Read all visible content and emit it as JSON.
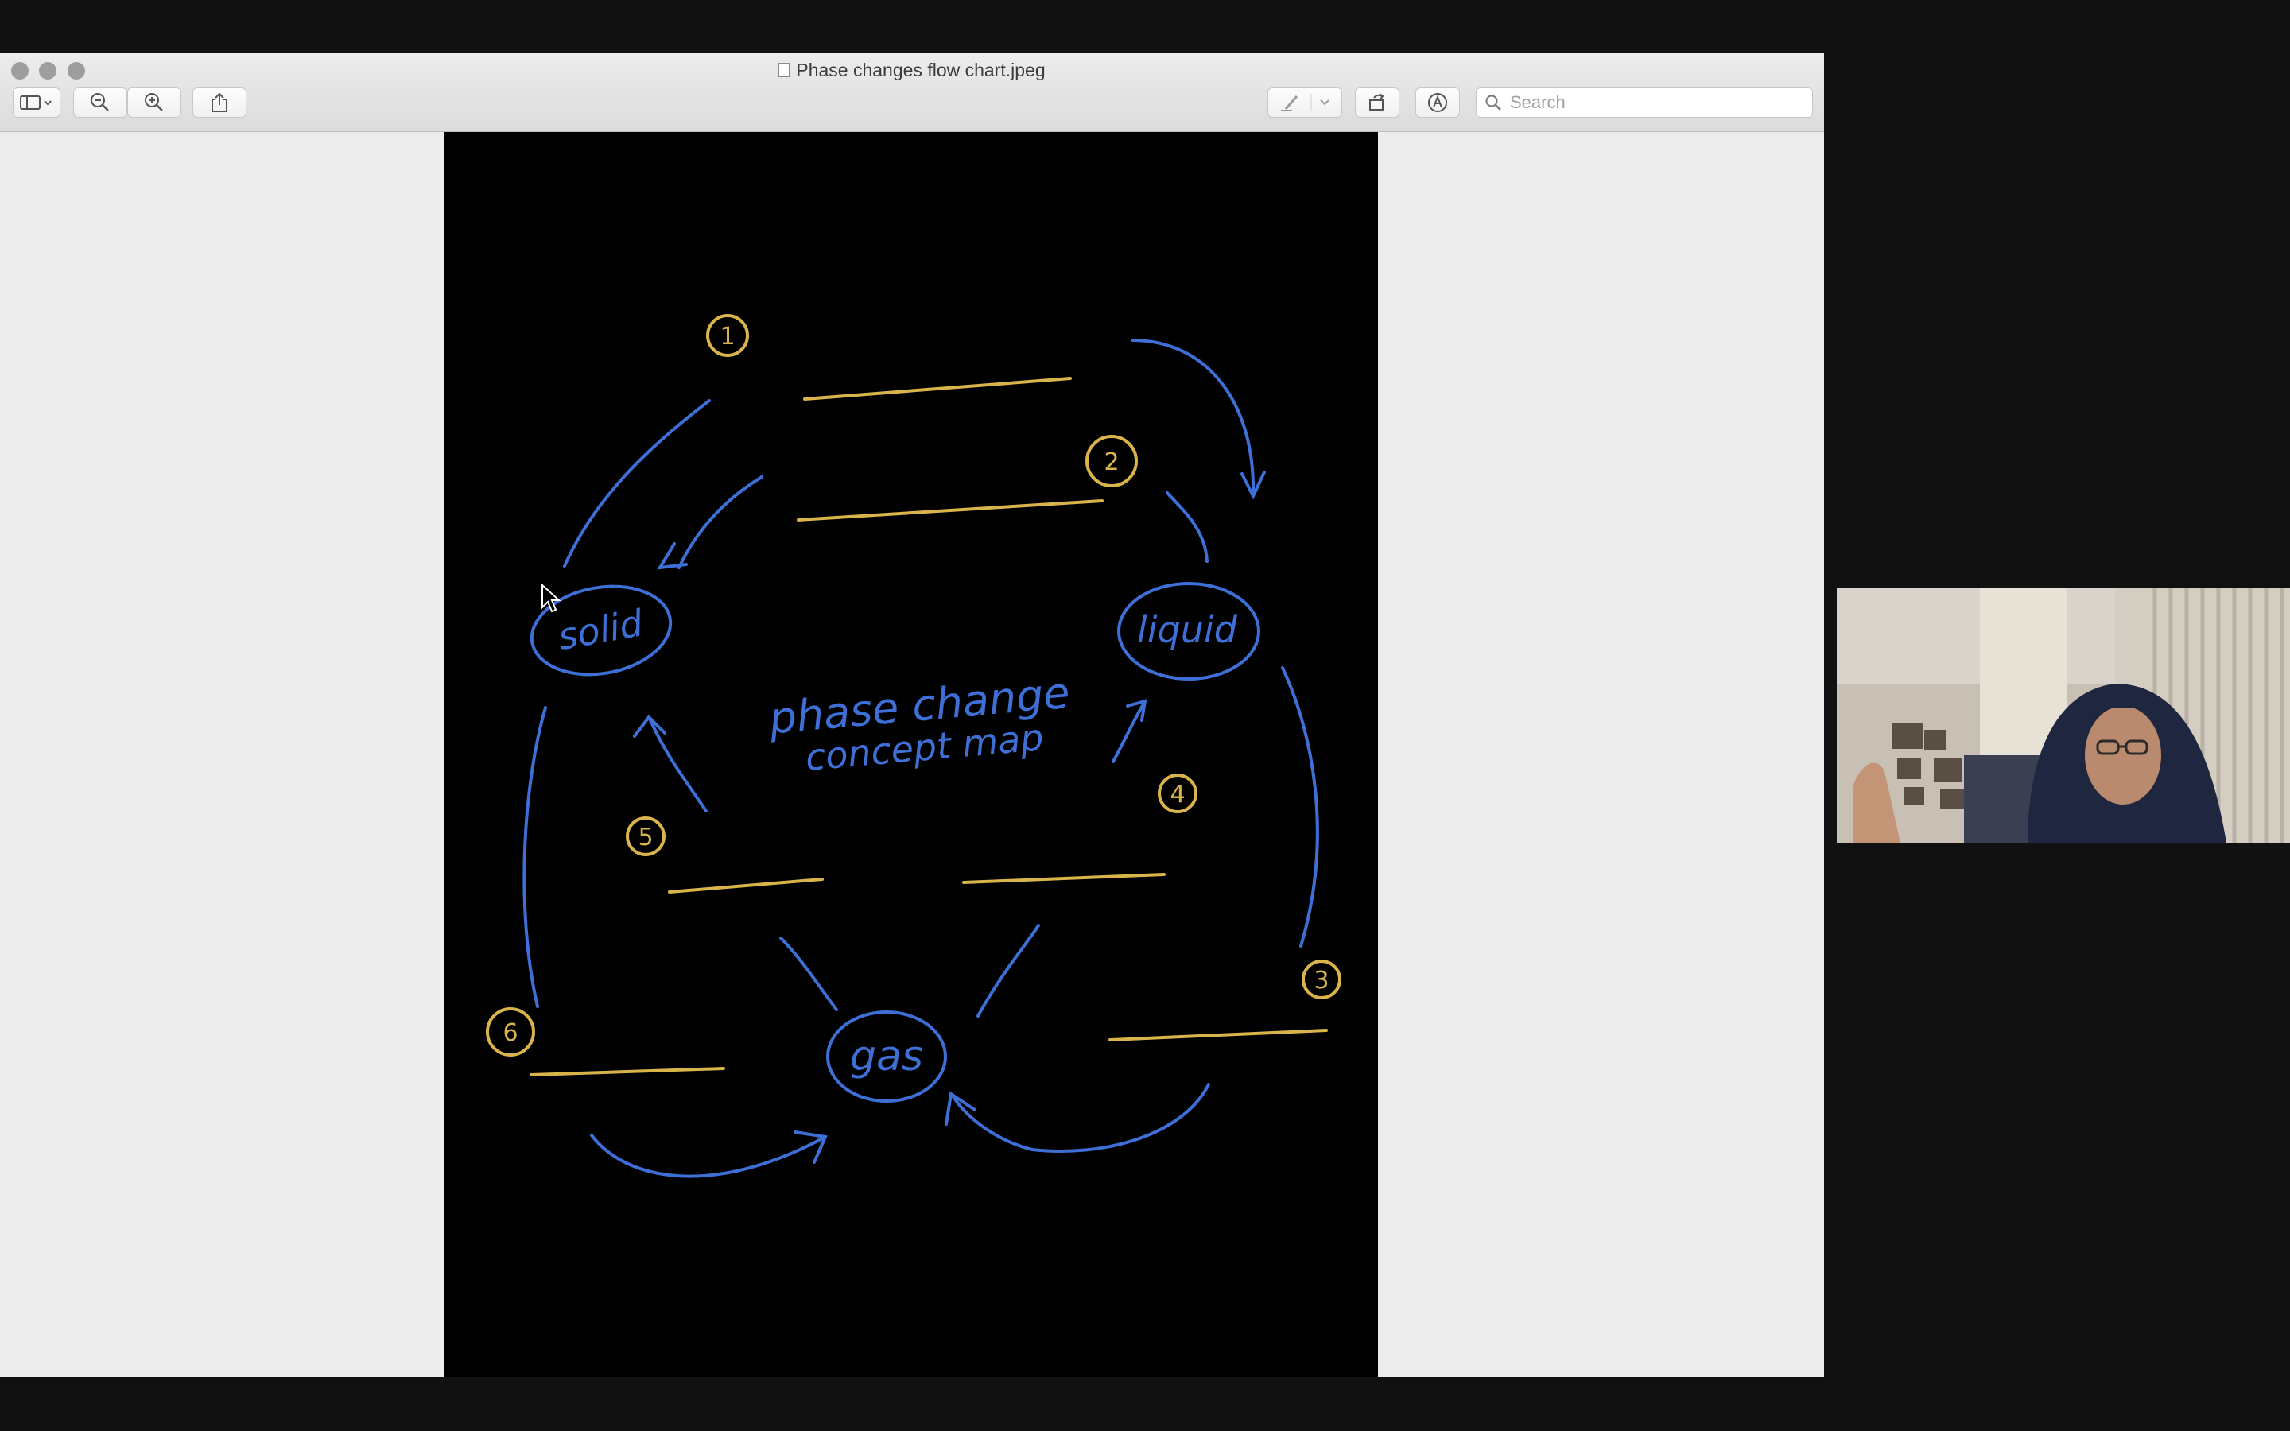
{
  "window": {
    "title": "Phase changes flow chart.jpeg",
    "search_placeholder": "Search"
  },
  "toolbar": {
    "sidebar_icon": "sidebar-icon",
    "zoom_out_icon": "zoom-out-icon",
    "zoom_in_icon": "zoom-in-icon",
    "share_icon": "share-icon",
    "markup_pen_icon": "pen-icon",
    "rotate_icon": "rotate-icon",
    "annotate_icon": "markup-icon"
  },
  "drawing": {
    "nodes": {
      "solid": "solid",
      "liquid": "liquid",
      "gas": "gas"
    },
    "center_line1": "phase change",
    "center_line2": "concept map",
    "numbers": [
      "1",
      "2",
      "3",
      "4",
      "5",
      "6"
    ],
    "colors": {
      "ink_blue": "#3d6fd6",
      "ink_yellow": "#d9b44a",
      "background": "#000000"
    }
  }
}
